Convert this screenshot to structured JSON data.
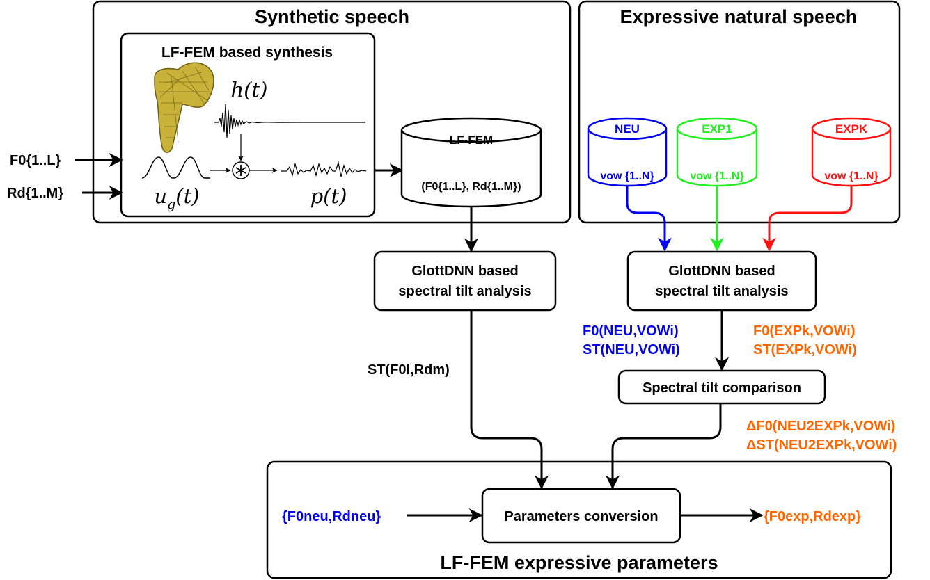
{
  "colors": {
    "neu": "#0000ee",
    "exp1": "#22ee22",
    "expk": "#ff1111",
    "orange": "#ff6600",
    "black": "#000000"
  },
  "inputs": {
    "f0": "F0{1..L}",
    "rd": "Rd{1..M}"
  },
  "synthetic": {
    "title": "Synthetic speech",
    "lf_title": "LF-FEM based synthesis",
    "h_label": "h(t)",
    "ug_label": "u_g(t)",
    "p_label": "p(t)",
    "db_title": "LF-FEM",
    "db_params": "(F0{1..L}, Rd{1..M})"
  },
  "natural": {
    "title": "Expressive natural speech",
    "neu": {
      "name": "NEU",
      "vow": "vow {1..N}"
    },
    "exp1": {
      "name": "EXP1",
      "vow": "vow {1..N}"
    },
    "expk": {
      "name": "EXPK",
      "vow": "vow {1..N}"
    }
  },
  "analysis_left": {
    "line1": "GlottDNN based",
    "line2": "spectral tilt analysis"
  },
  "analysis_right": {
    "line1": "GlottDNN based",
    "line2": "spectral tilt analysis"
  },
  "labels": {
    "st_synth": "ST(F0l,Rdm)",
    "f0_neu": "F0(NEU,VOWi)",
    "st_neu": "ST(NEU,VOWi)",
    "f0_exp": "F0(EXPk,VOWi)",
    "st_exp": "ST(EXPk,VOWi)",
    "delta_f0": "ΔF0(NEU2EXPk,VOWi)",
    "delta_st": "ΔST(NEU2EXPk,VOWi)"
  },
  "comparison": {
    "label": "Spectral tilt comparison"
  },
  "bottom": {
    "title": "LF-FEM expressive parameters",
    "input": "{F0neu,Rdneu}",
    "conversion": "Parameters conversion",
    "output": "{F0exp,Rdexp}"
  }
}
